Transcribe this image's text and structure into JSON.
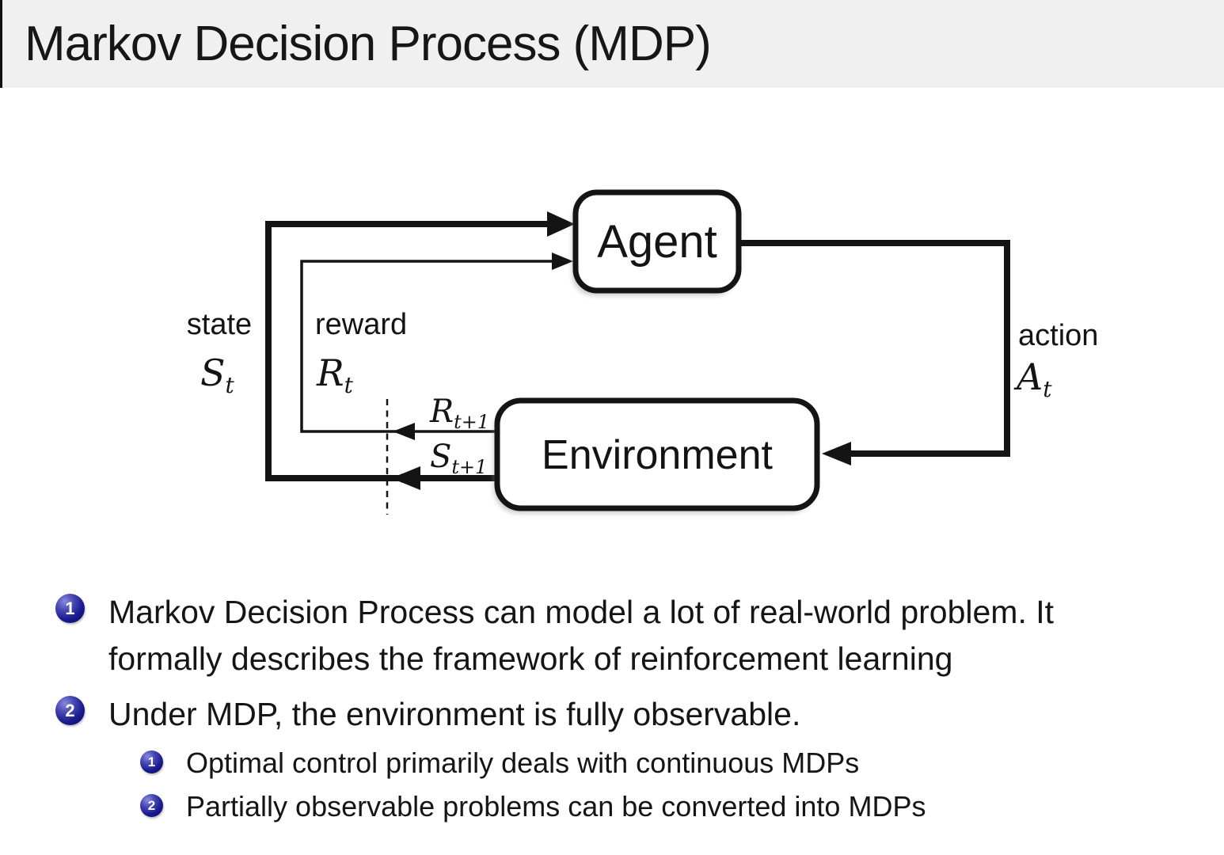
{
  "slide": {
    "title": "Markov Decision Process (MDP)"
  },
  "diagram": {
    "agent_label": "Agent",
    "environment_label": "Environment",
    "state_label": "state",
    "state_symbol": "S",
    "state_sub": "t",
    "reward_label": "reward",
    "reward_symbol": "R",
    "reward_sub": "t",
    "action_label": "action",
    "action_symbol": "A",
    "action_sub": "t",
    "next_reward_symbol": "R",
    "next_reward_sub": "t+1",
    "next_state_symbol": "S",
    "next_state_sub": "t+1"
  },
  "bullets": {
    "items": [
      {
        "number": "1",
        "lines": [
          "Markov Decision Process can model a lot of real-world problem. It",
          "formally describes the framework of reinforcement learning"
        ]
      },
      {
        "number": "2",
        "lines": [
          "Under MDP, the environment is fully observable."
        ]
      }
    ],
    "subitems": [
      {
        "number": "1",
        "text": "Optimal control primarily deals with continuous MDPs"
      },
      {
        "number": "2",
        "text": "Partially observable problems can be converted into MDPs"
      }
    ]
  },
  "colors": {
    "header_bg": "#f0f0f0",
    "line": "#141414",
    "text": "#151515",
    "bullet_ball": "#1b1b8e"
  }
}
